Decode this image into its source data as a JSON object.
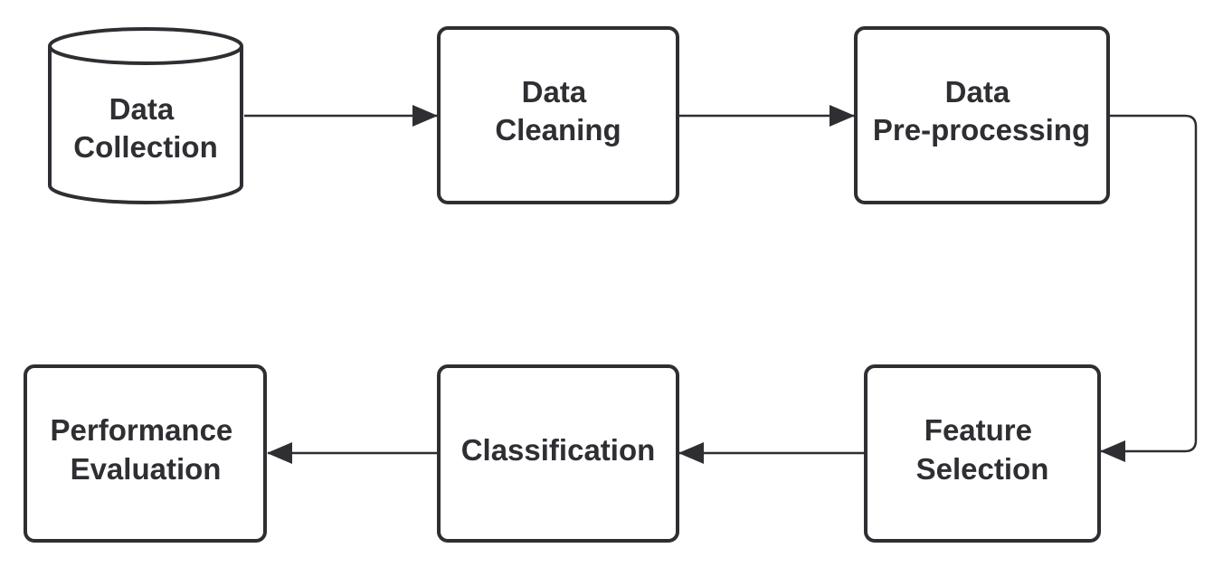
{
  "diagram": {
    "nodes": [
      {
        "id": "data-collection",
        "shape": "cylinder",
        "lines": [
          "Data",
          "Collection"
        ]
      },
      {
        "id": "data-cleaning",
        "shape": "rounded-rect",
        "lines": [
          "Data",
          "Cleaning"
        ]
      },
      {
        "id": "data-preprocessing",
        "shape": "rounded-rect",
        "lines": [
          "Data",
          "Pre-processing"
        ]
      },
      {
        "id": "feature-selection",
        "shape": "rounded-rect",
        "lines": [
          "Feature",
          "Selection"
        ]
      },
      {
        "id": "classification",
        "shape": "rounded-rect",
        "lines": [
          "Classification"
        ]
      },
      {
        "id": "performance-evaluation",
        "shape": "rounded-rect",
        "lines": [
          "Performance",
          "Evaluation"
        ]
      }
    ],
    "edges": [
      {
        "from": "data-collection",
        "to": "data-cleaning"
      },
      {
        "from": "data-cleaning",
        "to": "data-preprocessing"
      },
      {
        "from": "data-preprocessing",
        "to": "feature-selection"
      },
      {
        "from": "feature-selection",
        "to": "classification"
      },
      {
        "from": "classification",
        "to": "performance-evaluation"
      }
    ],
    "colors": {
      "stroke": "#2e2e33",
      "text": "#2e2e33",
      "fill": "#ffffff",
      "background": "#ffffff"
    }
  }
}
